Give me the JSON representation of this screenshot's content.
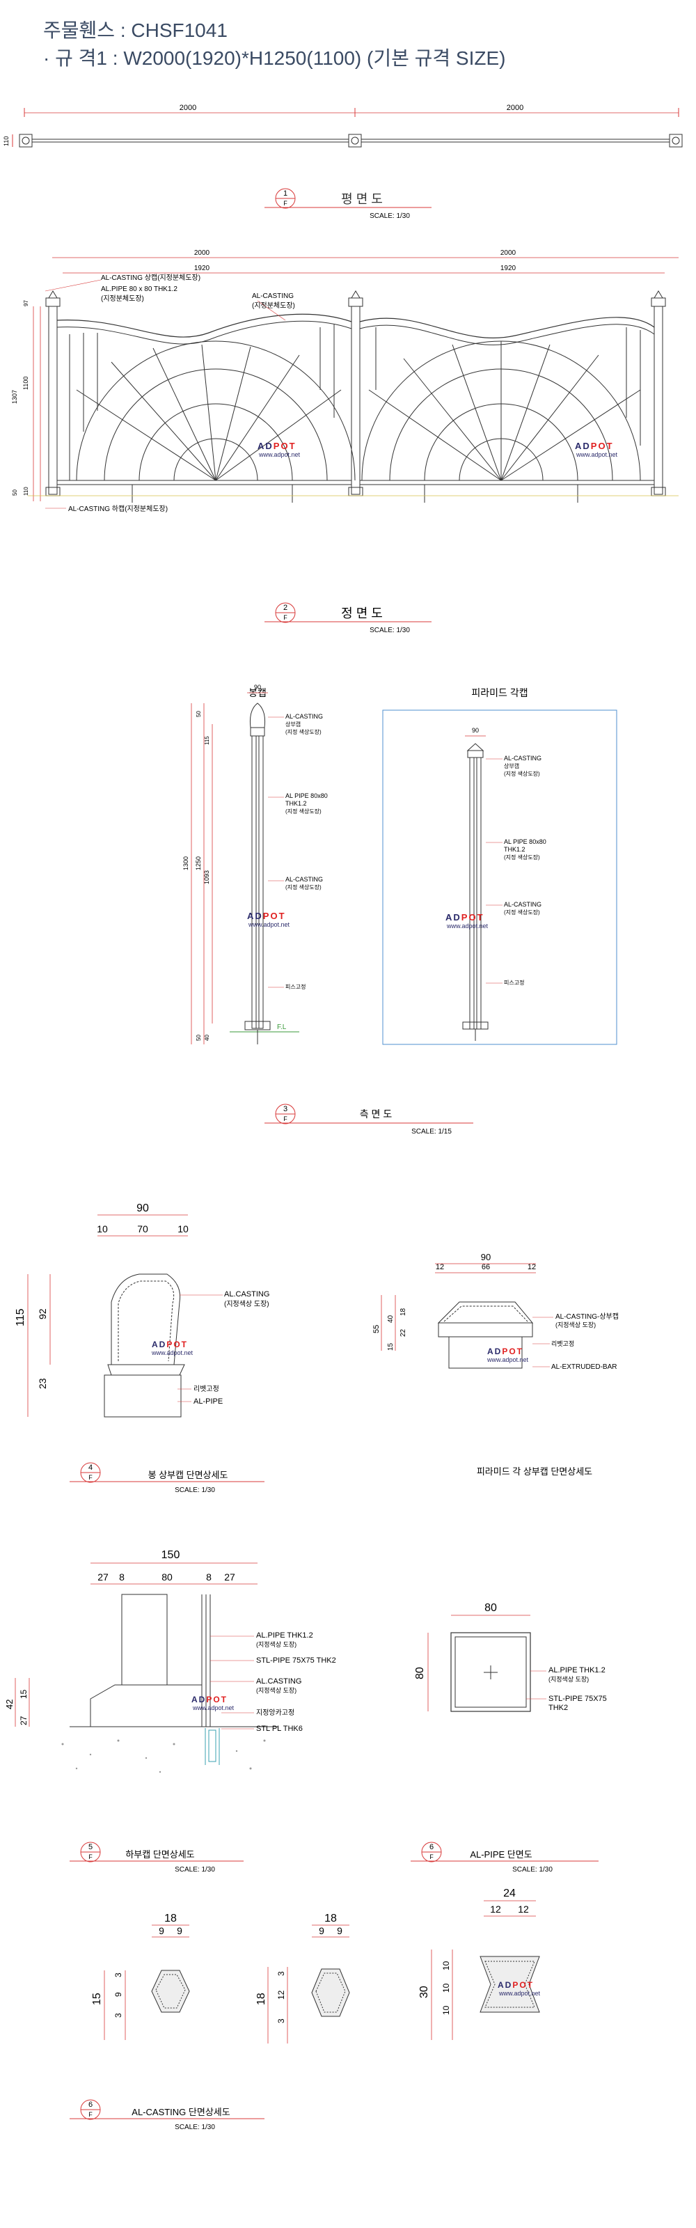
{
  "header": {
    "line1": "주물휀스 : CHSF1041",
    "line2": "· 규 격1 : W2000(1920)*H1250(1100) (기본 규격 SIZE)"
  },
  "colors": {
    "dim": "#d83a3a",
    "line": "#333333",
    "accent_box": "#4f8fcf",
    "watermark_red": "#e02020",
    "watermark_blue": "#2a2a6a"
  },
  "watermark": {
    "brand_a": "AD",
    "brand_b": "POT",
    "url": "www.adpot.net"
  },
  "section1": {
    "dims": [
      "2000",
      "2000"
    ],
    "side_dim": "110",
    "num": "1",
    "sub": "F",
    "title": "평   면   도",
    "scale": "SCALE: 1/30"
  },
  "section2": {
    "dims_top": [
      "2000",
      "2000"
    ],
    "dims_mid": [
      "1920",
      "1920"
    ],
    "left_dims": [
      "1307",
      "1100",
      "97",
      "50",
      "110"
    ],
    "label_al_top": "AL-CASTING 상캡(지정분체도장)",
    "label_pipe_1": "AL.PIPE 80 x 80 THK1.2",
    "label_pipe_2": "(지정분체도장)",
    "label_cast_1": "AL-CASTING",
    "label_cast_2": "(지정분체도장)",
    "label_bottom": "AL-CASTING 하캡(지정분체도장)",
    "num": "2",
    "sub": "F",
    "title": "정   면   도",
    "scale": "SCALE: 1/30"
  },
  "section3": {
    "left_title": "봉캡",
    "right_title": "피라미드 각캡",
    "top_dim": "90",
    "right_top_dim": "90",
    "left_dims": [
      "1300",
      "1250",
      "1093",
      "115",
      "50",
      "50",
      "40"
    ],
    "cap_1": "AL-CASTING",
    "cap_2": "상부캡",
    "cap_3": "(지정 색상도장)",
    "pipe_1": "AL PIPE 80x80",
    "pipe_2": "THK1.2",
    "pipe_3": "(지정 색상도장)",
    "cast_1": "AL-CASTING",
    "cast_2": "(지정 색상도장)",
    "screw": "피스고정",
    "fl": "F.L",
    "num": "3",
    "sub": "F",
    "title": "측          면          도",
    "scale": "SCALE: 1/15"
  },
  "section4": {
    "left_top": "90",
    "left_sub": [
      "10",
      "70",
      "10"
    ],
    "left_v": [
      "115",
      "92",
      "23"
    ],
    "lc_1": "AL.CASTING",
    "lc_2": "(지정색상 도장)",
    "rivet": "리벳고정",
    "pipe": "AL-PIPE",
    "right_top": "90",
    "right_sub": [
      "12",
      "66",
      "12"
    ],
    "right_v": [
      "55",
      "40",
      "15",
      "18",
      "22"
    ],
    "rc_1": "AL-CASTING-상부캡",
    "rc_2": "(지정색상 도장)",
    "rivet2": "리벳고정",
    "bar": "AL-EXTRUDED-BAR",
    "num": "4",
    "sub": "F",
    "left_caption": "봉 상부캡 단면상세도",
    "right_caption": "피라미드 각 상부캡 단면상세도",
    "scale": "SCALE: 1/30"
  },
  "section5": {
    "top": "150",
    "sub": [
      "27",
      "8",
      "80",
      "8",
      "27"
    ],
    "v": [
      "42",
      "27",
      "15"
    ],
    "l1": "AL.PIPE THK1.2",
    "l1b": "(지정색상 도장)",
    "l2": "STL-PIPE 75X75 THK2",
    "l3": "AL.CASTING",
    "l3b": "(지정색상 도장)",
    "l4": "지정앙카고정",
    "l5": "STL PL THK6",
    "num": "5",
    "sub_f": "F",
    "caption": "하부캡 단면상세도",
    "scale": "SCALE: 1/30"
  },
  "section6a": {
    "top": "80",
    "side": "80",
    "l1": "AL.PIPE THK1.2",
    "l1b": "(지정색상 도장)",
    "l2": "STL-PIPE 75X75",
    "l2b": "THK2",
    "num": "6",
    "sub": "F",
    "caption": "AL-PIPE 단면도",
    "scale": "SCALE: 1/30"
  },
  "section6b": {
    "a_top": "18",
    "a_sub": [
      "9",
      "9"
    ],
    "a_v": [
      "15",
      "3",
      "9",
      "3"
    ],
    "b_top": "18",
    "b_sub": [
      "9",
      "9"
    ],
    "b_v": [
      "18",
      "3",
      "12",
      "3"
    ],
    "c_top": "24",
    "c_sub": [
      "12",
      "12"
    ],
    "c_v": [
      "30",
      "10",
      "10",
      "10"
    ],
    "num": "6",
    "sub": "F",
    "caption": "AL-CASTING 단면상세도",
    "scale": "SCALE: 1/30"
  }
}
